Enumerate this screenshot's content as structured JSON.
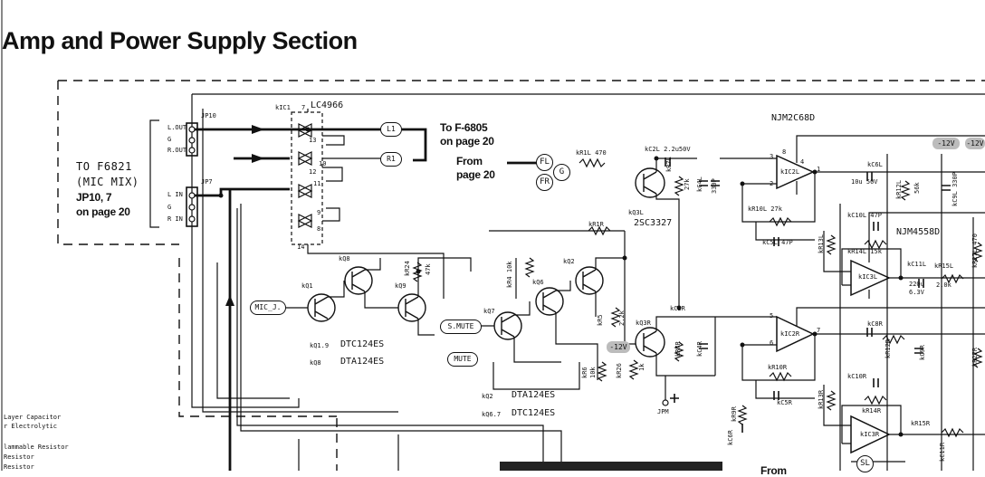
{
  "header": {
    "title": "Amp and Power Supply Section"
  },
  "connectors": {
    "jp10": "JP10",
    "jp7": "JP7",
    "jp10_pins": [
      "L.OUT",
      "G",
      "R.OUT"
    ],
    "jp7_pins": [
      "L IN",
      "G",
      "R IN"
    ],
    "to_f6821": "TO F6821",
    "mic_mix": "(MIC MIX)",
    "jp_ref1": "JP10, 7",
    "jp_ref2": "on page 20"
  },
  "switch_ic": {
    "ref": "kIC1",
    "pin": "7",
    "part": "LC4966",
    "pins": [
      "13",
      "12",
      "10",
      "11",
      "9",
      "8",
      "14"
    ]
  },
  "nets": {
    "l1": "L1",
    "r1": "R1",
    "fl": "FL",
    "fr": "FR",
    "g": "G",
    "sl": "SL",
    "mic_j": "MIC_J.",
    "s_mute": "S.MUTE",
    "mute": "MUTE",
    "minus12v_1": "-12V",
    "minus12v_2": "-12V",
    "minus12v_3": "-12V",
    "jpm": "JPM"
  },
  "refs": {
    "to_f6805_1": "To F-6805",
    "to_f6805_2": "on page 20",
    "from_1": "From",
    "from_2": "page 20",
    "from_bottom": "From"
  },
  "transistors": {
    "kq1": "kQ1",
    "kq8": "kQ8",
    "kq9": "kQ9",
    "kq7": "kQ7",
    "kq6": "kQ6",
    "kq2": "kQ2",
    "kq3l": "kQ3L",
    "kq3r": "kQ3R",
    "note1_ref": "kQ1.9",
    "note1_part": "DTC124ES",
    "note2_ref": "kQ8",
    "note2_part": "DTA124ES",
    "note3_ref": "kQ2",
    "note3_part": "DTA124ES",
    "note4_ref": "kQ6.7",
    "note4_part": "DTC124ES",
    "q3_part": "2SC3327"
  },
  "components": {
    "kr1l": "kR1L 470",
    "kr1r": "kR1R",
    "kc2l": "kC2L 2.2u50V",
    "kr7l": "kR7L",
    "r27k": "27k",
    "kc4l": "kC4L",
    "c330p": "330P",
    "kr24": "kR24",
    "r47k": "47k",
    "kr4": "kR4 10k",
    "kr5": "kR5",
    "r2_2k": "2.2k",
    "kr6": "kR6",
    "r10k": "10k",
    "kr26": "kR26",
    "r1k": "1k",
    "kc2r": "kC2R",
    "kr7r": "kR7R",
    "kc4r": "kC4R",
    "kr10l": "kR10L 27k",
    "kc5l": "kC5L 47P",
    "kc6l": "kC6L",
    "c10u50v": "10u 50V",
    "kr12l": "kR12L",
    "r56k": "56k",
    "kc9l": "kC9L 330P",
    "kr13l": "kR13L",
    "kc10l": "kC10L 47P",
    "kr14l": "kR14L 15k",
    "kc11l": "kC11L",
    "c220u": "220u",
    "c6_3v": "6.3V",
    "kr15l": "kR15L",
    "r2_0k": "2.0k",
    "kr27l": "kR27L 470",
    "kr10r": "kR10R",
    "kc5r": "kC5R",
    "kc6r": "kC6R",
    "kr12r": "kR12R",
    "kc9r": "kC9R",
    "kr13r": "kR13R",
    "kc10r": "kC10R",
    "kr14r": "kR14R",
    "kr15r": "kR15R",
    "kc8r": "kC8R",
    "kc6r_b": "kC6R",
    "kr9r": "kR9R",
    "kc11r": "kC11R",
    "kr27r": "kR27R"
  },
  "ics": {
    "njm2068": "NJM2C68D",
    "njm4558": "NJM4558D",
    "kic2l": "kIC2L",
    "kic3l": "kIC3L",
    "kic2r": "kIC2R",
    "kic3r": "kIC3R",
    "p8": "8",
    "p3": "3",
    "p2": "2",
    "p1": "1",
    "p4": "4",
    "p5": "5",
    "p6": "6",
    "p7": "7"
  },
  "legend": {
    "line1": "Layer Capacitor",
    "line2": "r Electrolytic",
    "line3": "lammable Resistor",
    "line4": "Resistor",
    "line5": "Resistor"
  }
}
